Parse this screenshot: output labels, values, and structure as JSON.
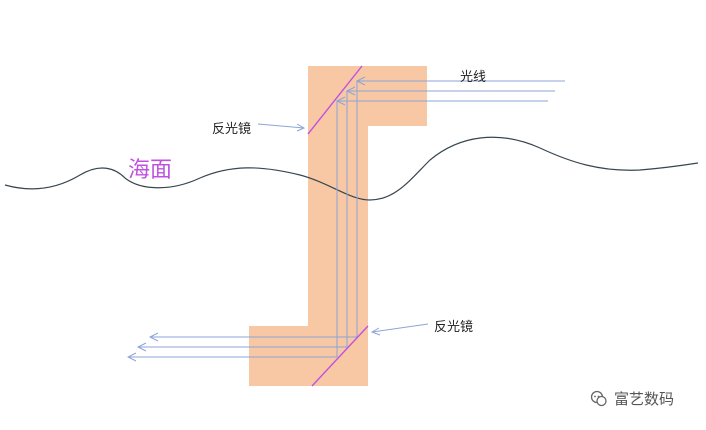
{
  "labels": {
    "light": "光线",
    "mirror_top": "反光镜",
    "mirror_bottom": "反光镜",
    "sea_surface": "海面"
  },
  "watermark": {
    "text": "富艺数码",
    "icon": "wechat-chat-bubble-icon"
  },
  "colors": {
    "periscope_fill": "#F8C8A4",
    "light_ray": "#8CA4D8",
    "mirror": "#C050E0",
    "sea_label": "#C050E0",
    "wave": "#37474F",
    "pointer": "#8CA4D8"
  }
}
